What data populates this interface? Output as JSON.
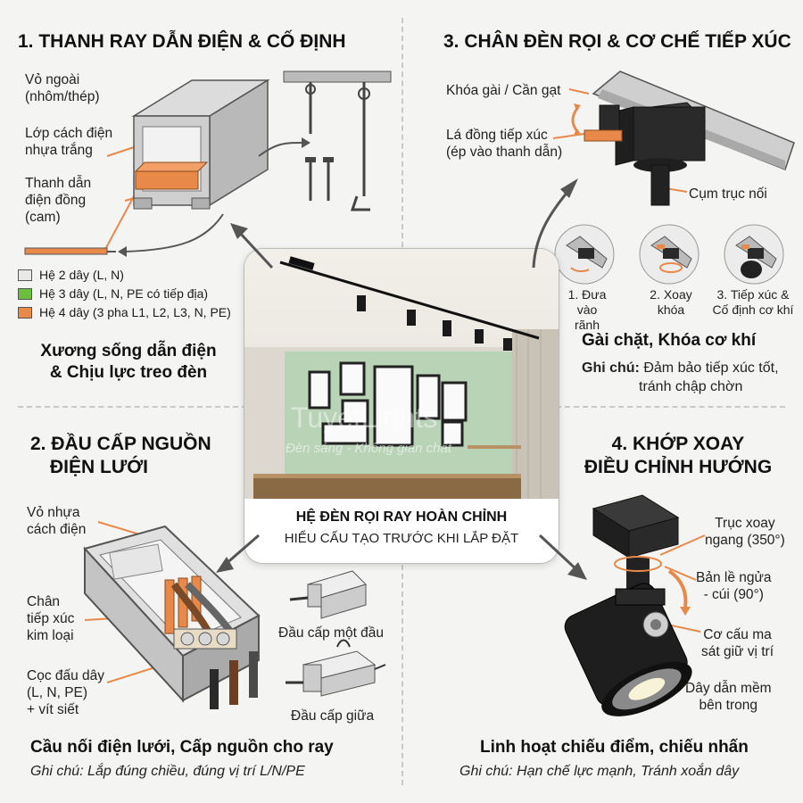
{
  "center": {
    "caption_title": "HỆ ĐÈN RỌI RAY HOÀN CHỈNH",
    "caption_sub": "HIỂU CẤU TẠO TRƯỚC KHI LẮP ĐẶT",
    "watermark_main": "TuyetLights",
    "watermark_sub": "Đèn sáng - Không gian chất"
  },
  "q1": {
    "title": "1. THANH RAY DẪN ĐIỆN & CỐ ĐỊNH",
    "label_outer_1": "Vỏ ngoài",
    "label_outer_2": "(nhôm/thép)",
    "label_ins_1": "Lớp cách điện",
    "label_ins_2": "nhựa trắng",
    "label_cond_1": "Thanh dẫn",
    "label_cond_2": "điện đồng",
    "label_cond_3": "(cam)",
    "legend": [
      {
        "text": "Hệ 2 dây (L, N)",
        "color": "#e8e8e8"
      },
      {
        "text": "Hệ 3 dây (L, N, PE có tiếp địa)",
        "color": "#6cbf3c"
      },
      {
        "text": "Hệ 4 dây (3 pha L1, L2, L3, N, PE)",
        "color": "#e8894a"
      }
    ],
    "summary_1": "Xương sống dẫn điện",
    "summary_2": "& Chịu lực treo đèn"
  },
  "q2": {
    "title_1": "2. ĐẦU CẤP NGUỒN",
    "title_2": "ĐIỆN LƯỚI",
    "label_case_1": "Vỏ nhựa",
    "label_case_2": "cách điện",
    "label_pin_1": "Chân",
    "label_pin_2": "tiếp xúc",
    "label_pin_3": "kim loại",
    "label_term_1": "Cọc đấu dây",
    "label_term_2": "(L, N, PE)",
    "label_term_3": "+ vít siết",
    "label_end": "Đầu cấp một đầu",
    "label_mid": "Đầu cấp giữa",
    "summary": "Cầu nối điện lưới, Cấp nguồn cho ray",
    "note_prefix": "Ghi chú:",
    "note_text": "Lắp đúng chiều, đúng vị trí L/N/PE"
  },
  "q3": {
    "title": "3. CHÂN ĐÈN RỌI & CƠ CHẾ TIẾP XÚC",
    "label_lock": "Khóa gài / Cần gạt",
    "label_contact_1": "Lá đồng tiếp xúc",
    "label_contact_2": "(ép vào thanh dẫn)",
    "label_axis": "Cụm trục nối",
    "step1_1": "1. Đưa vào",
    "step1_2": "rãnh",
    "step2_1": "2. Xoay",
    "step2_2": "khóa",
    "step3_1": "3. Tiếp xúc &",
    "step3_2": "Cố định cơ khí",
    "summary": "Gài chặt, Khóa cơ khí",
    "note_prefix": "Ghi chú:",
    "note_1": "Đảm bảo tiếp xúc tốt,",
    "note_2": "tránh chập chờn"
  },
  "q4": {
    "title_1": "4. KHỚP XOAY",
    "title_2": "ĐIỀU CHỈNH HƯỚNG",
    "label_rot_1": "Trục xoay",
    "label_rot_2": "ngang (350°)",
    "label_hinge_1": "Bản lề ngửa",
    "label_hinge_2": "- cúi (90°)",
    "label_fric_1": "Cơ cấu ma",
    "label_fric_2": "sát giữ vị trí",
    "label_wire_1": "Dây dẫn mềm",
    "label_wire_2": "bên trong",
    "summary": "Linh hoạt chiếu điểm, chiếu nhấn",
    "note_prefix": "Ghi chú:",
    "note_text": "Hạn chế lực mạnh, Tránh xoắn dây"
  }
}
